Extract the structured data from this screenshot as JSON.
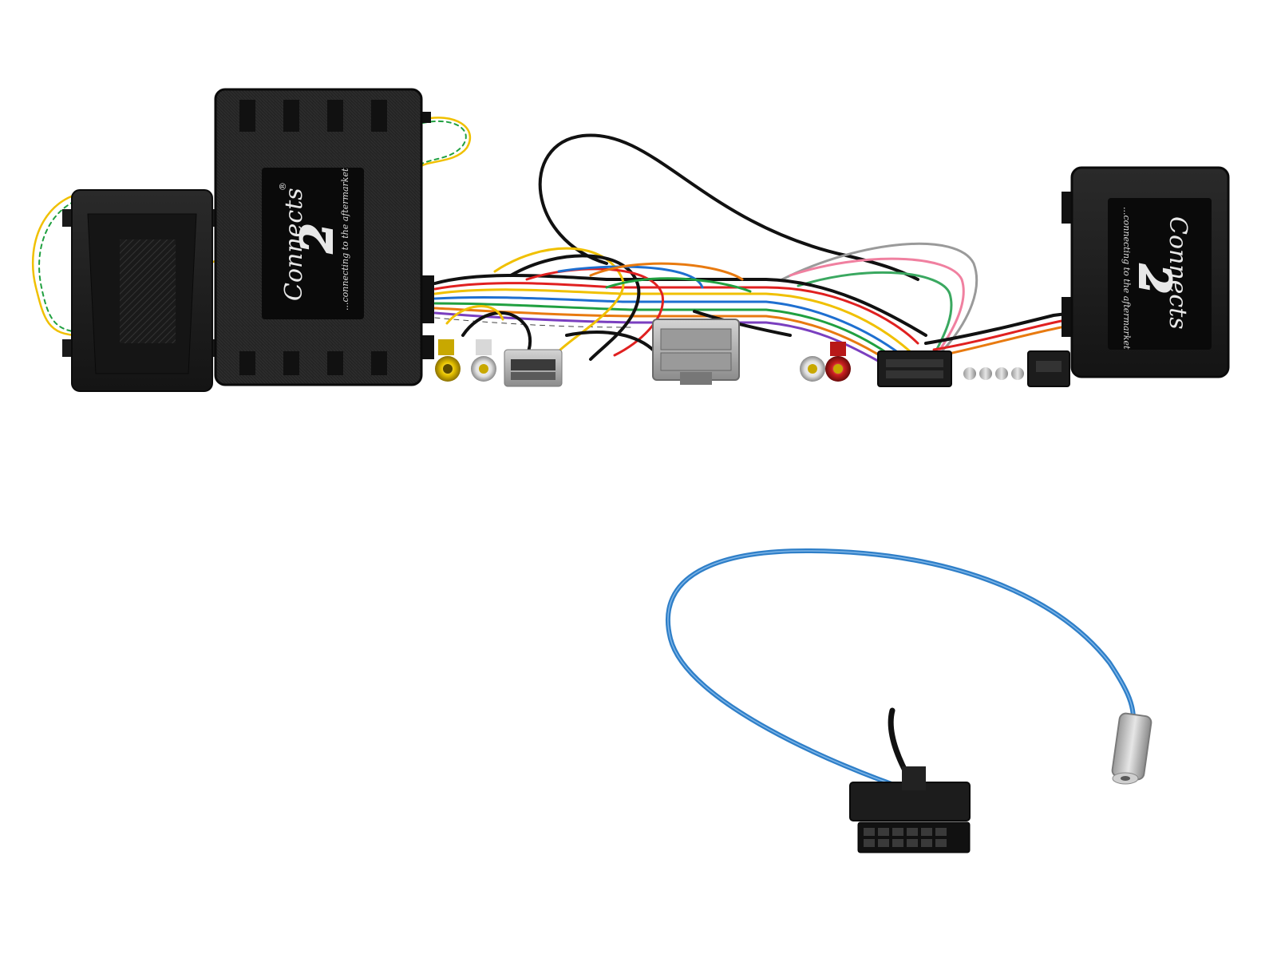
{
  "image": {
    "subject": "Connects2 steering wheel control interface kit",
    "background": "#ffffff"
  },
  "branding": {
    "logo_word": "Connects",
    "logo_mark": "2",
    "registered": "®",
    "tagline": "...connecting to the aftermarket"
  },
  "palette": {
    "module_body": "#1e1e1e",
    "module_edge": "#0d0d0d",
    "label_panel": "#0a0a0a",
    "connector_grey": "#a8a8a8",
    "rca_yellow": "#e8c400",
    "rca_red": "#c81e1e",
    "rca_white": "#ececec",
    "antenna_lead": "#2f7fc8",
    "wire_colors": [
      "#111111",
      "#e02020",
      "#f0c000",
      "#1e6fd0",
      "#20a040",
      "#e87a10",
      "#f080a0",
      "#a0a0a0",
      "#7a3fbf",
      "#ffffff"
    ]
  },
  "icons": [
    "carbon-module-icon",
    "rca-plug-icon",
    "iso-connector-icon",
    "antenna-plug-icon"
  ]
}
